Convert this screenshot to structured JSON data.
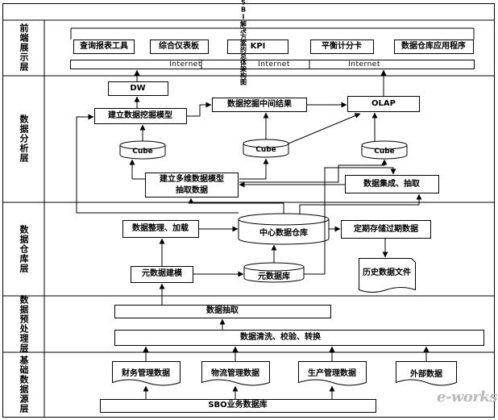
{
  "layers": {
    "presentation": "前端展示层",
    "analysis": "数据分析层",
    "warehouse": "数据仓库层",
    "preprocess": "数据预处理层",
    "base": "基础数据源层"
  },
  "figure_title": "SBI解决方案的总体架构图",
  "network_label": "Internet",
  "presentation": {
    "query_tool": "查询报表工具",
    "dashboard": "综合仪表板",
    "kpi": "KPI",
    "scorecard": "平衡计分卡",
    "dw_apps": "数据仓库应用程序"
  },
  "analysis": {
    "dw": "DW",
    "mining_model": "建立数据挖掘模型",
    "mining_results": "数据挖掘中间结果",
    "olap": "OLAP",
    "cube": "Cube",
    "multidim_model": "建立多维数据模型",
    "extract_data": "抽取数据",
    "integration": "数据集成、抽取"
  },
  "warehouse": {
    "organize": "数据整理、加载",
    "central_dw": "中心数据仓库",
    "archive": "定期存储过期数据",
    "history_file": "历史数据文件",
    "metadata_model": "元数据建模",
    "metadata_db": "元数据库"
  },
  "preprocess": {
    "extract": "数据抽取",
    "cleanse": "数据清洗、校验、转换"
  },
  "base": {
    "finance": "财务管理数据",
    "logistics": "物流管理数据",
    "production": "生产管理数据",
    "external": "外部数据",
    "sbo_db": "SBO业务数据库"
  },
  "watermark": "e-works",
  "colors": {
    "line": "#000000",
    "background": "#ffffff",
    "watermark": "#b9b9b9"
  }
}
